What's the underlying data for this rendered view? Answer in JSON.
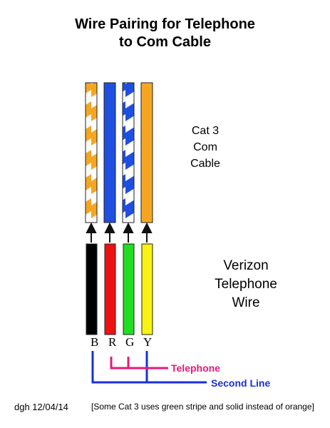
{
  "title": {
    "line1": "Wire Pairing for Telephone",
    "line2": "to Com Cable"
  },
  "cat3_label": [
    "Cat 3",
    "Com",
    "Cable"
  ],
  "verizon_label": [
    "Verizon",
    "Telephone",
    "Wire"
  ],
  "cat3_wires": [
    {
      "id": "white-orange",
      "base": "#ffffff",
      "stripe": "#f4a623"
    },
    {
      "id": "blue",
      "base": "#1f4fe0",
      "stripe": null
    },
    {
      "id": "white-blue",
      "base": "#ffffff",
      "stripe": "#1f4fe0"
    },
    {
      "id": "orange",
      "base": "#f4a623",
      "stripe": null
    }
  ],
  "telephone_wires": [
    {
      "letter": "B",
      "color": "#000000"
    },
    {
      "letter": "R",
      "color": "#ee1111"
    },
    {
      "letter": "G",
      "color": "#22dd22"
    },
    {
      "letter": "Y",
      "color": "#f7f212"
    }
  ],
  "legend": {
    "telephone": {
      "label": "Telephone",
      "color": "#e6197a"
    },
    "second_line": {
      "label": "Second Line",
      "color": "#1a2fd6"
    }
  },
  "footer": {
    "author_date": "dgh 12/04/14",
    "note": "[Some Cat 3 uses green stripe and solid instead of orange]"
  }
}
